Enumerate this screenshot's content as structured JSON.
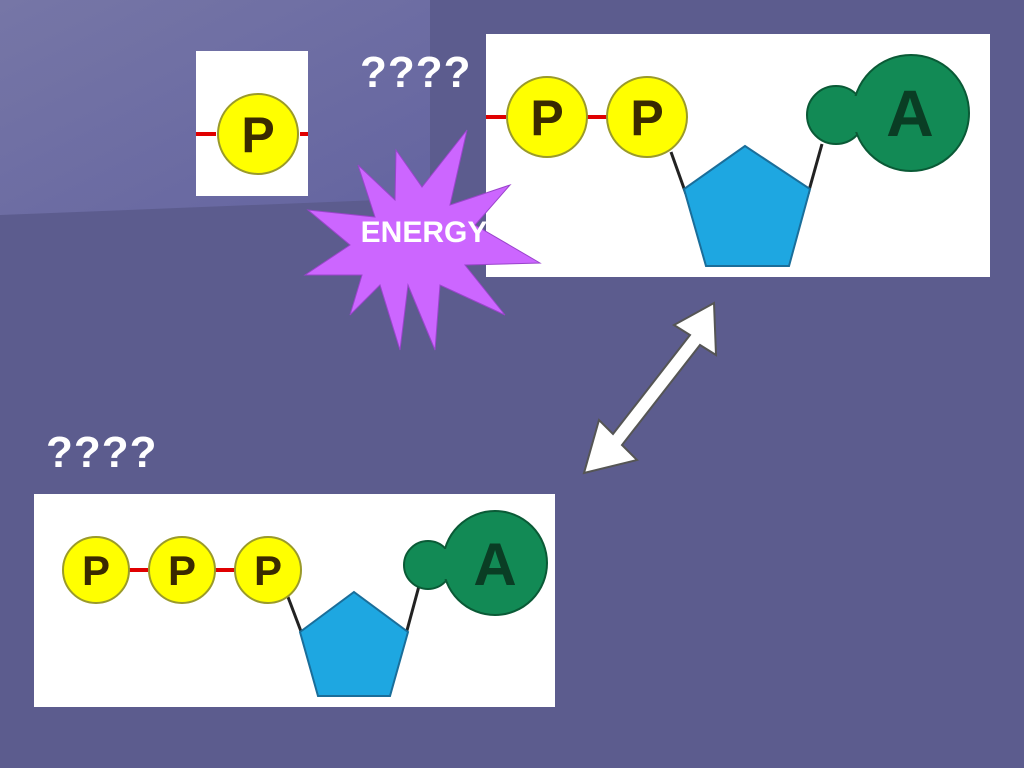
{
  "slide": {
    "background": "#5c5c8e",
    "label_adp": "????",
    "label_atp": "????",
    "energy_label": "ENERGY"
  },
  "molecule": {
    "phosphate_label": "P",
    "adenine_label": "A",
    "phosphate_color": "#ffff00",
    "sugar_color": "#1ea7e1",
    "adenine_color": "#128a55",
    "bond_color": "#e00000",
    "burst_color": "#cc66ff"
  }
}
